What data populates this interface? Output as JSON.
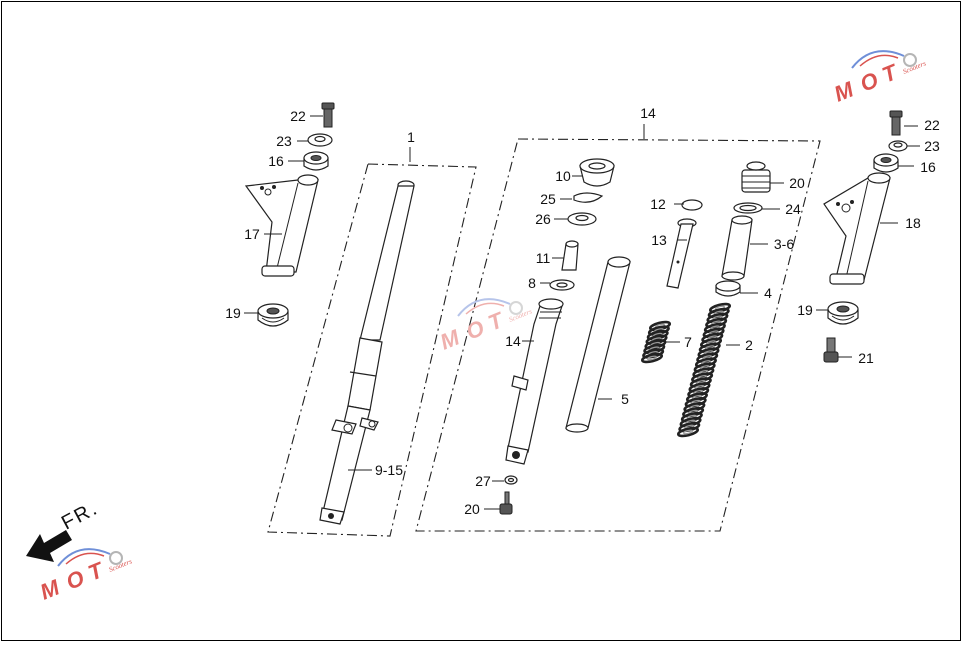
{
  "callouts": {
    "c1": "1",
    "c14_top": "14",
    "c22_left": "22",
    "c23_left": "23",
    "c16_left": "16",
    "c17": "17",
    "c19_left": "19",
    "c9_15": "9-15",
    "c10": "10",
    "c25": "25",
    "c26": "26",
    "c11": "11",
    "c8": "8",
    "c14_mid": "14",
    "c27": "27",
    "c20_bottom": "20",
    "c5": "5",
    "c12": "12",
    "c13": "13",
    "c20_top": "20",
    "c24": "24",
    "c3_6": "3-6",
    "c4": "4",
    "c7": "7",
    "c2": "2",
    "c22_right": "22",
    "c23_right": "23",
    "c16_right": "16",
    "c18": "18",
    "c19_right": "19",
    "c21": "21"
  },
  "direction_label": "FR.",
  "watermark": {
    "brand": "MOTO",
    "subtitle": "Scooters",
    "colors": {
      "red": "#d9534f",
      "blue": "#6f8fd8",
      "gray": "#b5b5b5"
    }
  },
  "colors": {
    "line": "#222222",
    "background": "#ffffff"
  }
}
